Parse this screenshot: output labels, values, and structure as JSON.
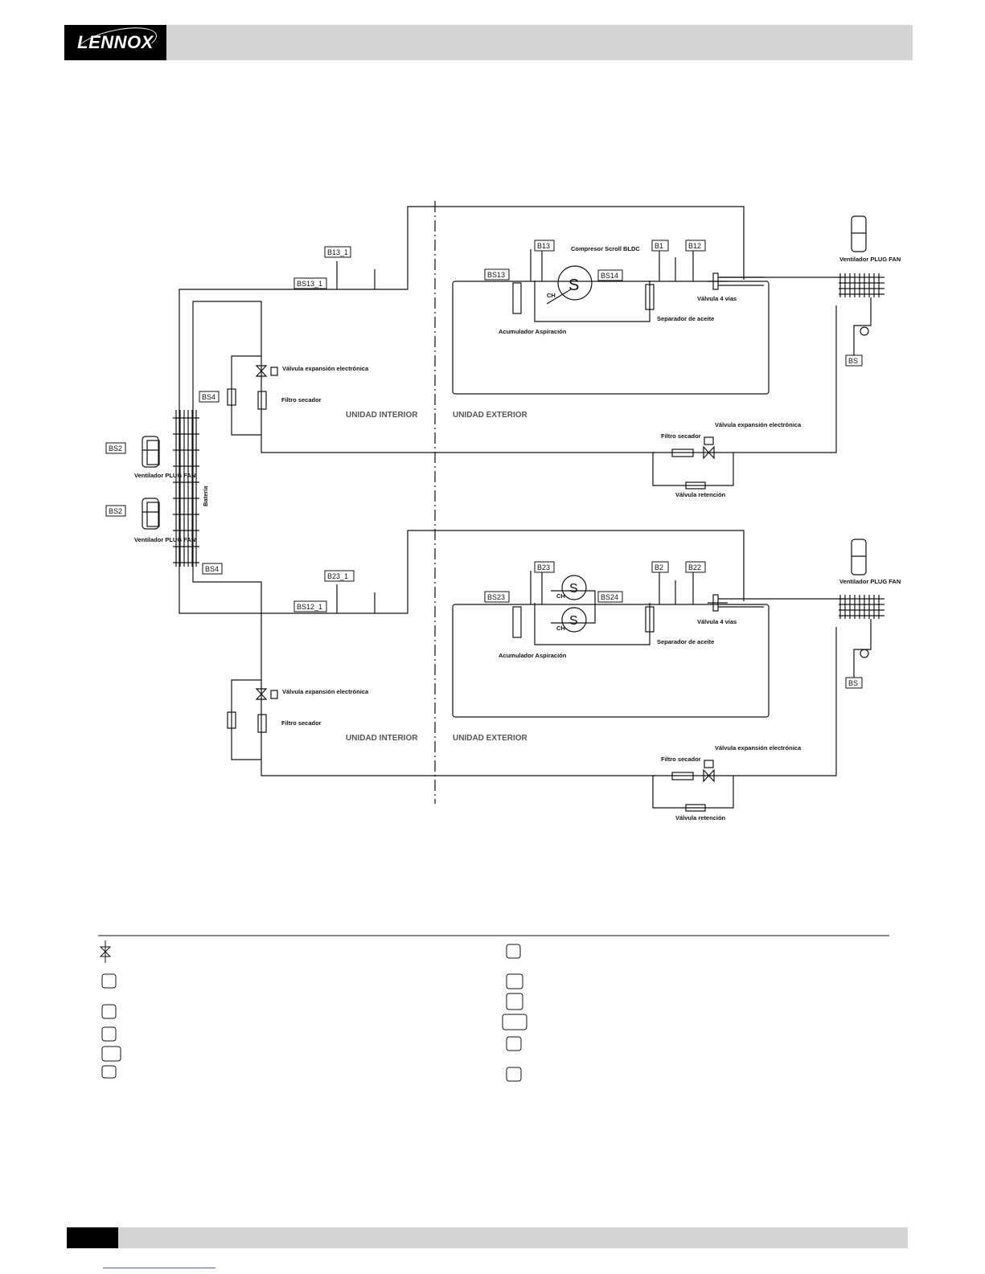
{
  "header": {
    "logo_text": "LENNOX"
  },
  "circuit1": {
    "indoor": {
      "sensor_pressure": "B13_1",
      "sensor_temp_line": "BS13_1",
      "sensor_coil": "BS4",
      "sensor_coil_2": "BS4",
      "valve_label": "Válvula expansión electrónica",
      "filter_label": "Filtro secador",
      "zone_label": "UNIDAD INTERIOR"
    },
    "outdoor": {
      "zone_label": "UNIDAD EXTERIOR",
      "compressor_label": "Compresor Scroll BLDC",
      "compressor_symbol": "S",
      "crankcase_heater": "CH",
      "accumulator_label": "Acumulador Aspiración",
      "oil_separator_label": "Separador de aceite",
      "four_way_label": "Válvula 4 vías",
      "sensor_b13": "B13",
      "sensor_b1": "B1",
      "sensor_b12": "B12",
      "sensor_bs13": "BS13",
      "sensor_bs14": "BS14",
      "filter_label": "Filtro secador",
      "valve_label": "Válvula expansión electrónica",
      "check_valve_label": "Válvula retención",
      "fan_label": "Ventilador PLUG FAN",
      "sensor_bs": "BS"
    }
  },
  "circuit2": {
    "indoor": {
      "sensor_pressure": "B23_1",
      "sensor_temp_line": "BS12_1",
      "valve_label": "Válvula expansión electrónica",
      "filter_label": "Filtro secador",
      "zone_label": "UNIDAD INTERIOR"
    },
    "outdoor": {
      "zone_label": "UNIDAD EXTERIOR",
      "compressor_symbol": "S",
      "crankcase_heater": "CH",
      "accumulator_label": "Acumulador Aspiración",
      "oil_separator_label": "Separador de aceite",
      "four_way_label": "Válvula 4 vías",
      "sensor_b23": "B23",
      "sensor_b2": "B2",
      "sensor_b22": "B22",
      "sensor_bs23": "BS23",
      "sensor_bs24": "BS24",
      "filter_label": "Filtro secador",
      "valve_label": "Válvula expansión electrónica",
      "check_valve_label": "Válvula retención",
      "fan_label": "Ventilador PLUG FAN",
      "sensor_bs": "BS"
    }
  },
  "indoor_fans": {
    "fan_label": "Ventilador PLUG FAN",
    "sensor_1": "BS2",
    "sensor_2": "BS2",
    "coil_label": "Batería"
  }
}
